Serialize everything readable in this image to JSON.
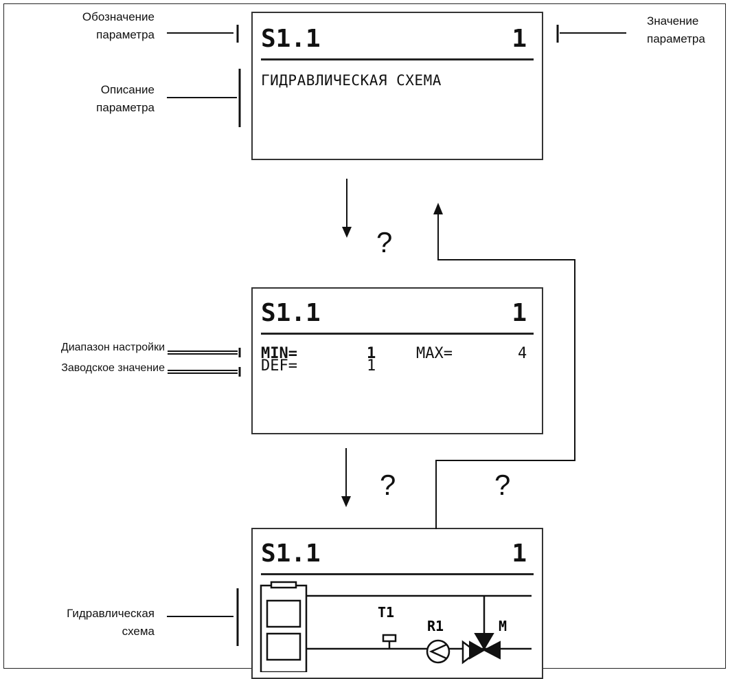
{
  "labels": {
    "param_code_line1": "Обозначение",
    "param_code_line2": "параметра",
    "param_value_line1": "Значение",
    "param_value_line2": "параметра",
    "param_desc_line1": "Описание",
    "param_desc_line2": "параметра",
    "range": "Диапазон настройки",
    "factory": "Заводское значение",
    "hydraulic_line1": "Гидравлическая",
    "hydraulic_line2": "схема"
  },
  "screen1": {
    "code": "S1.1",
    "value": "1",
    "description": "ГИДРАВЛИЧЕСКАЯ СХЕМА"
  },
  "screen2": {
    "code": "S1.1",
    "value": "1",
    "min_label": "MIN=",
    "min_value": "1",
    "max_label": "MAX=",
    "max_value": "4",
    "def_label": "DEF=",
    "def_value": "1"
  },
  "screen3": {
    "code": "S1.1",
    "value": "1",
    "t1": "T1",
    "r1": "R1",
    "m": "M"
  },
  "question_mark": "?"
}
